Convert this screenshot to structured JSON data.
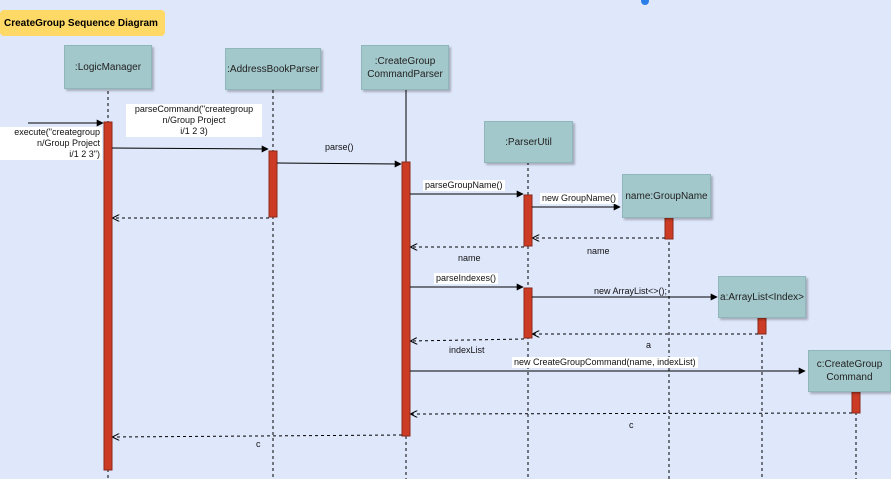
{
  "diagram": {
    "title": "CreateGroup Sequence Diagram",
    "participants": {
      "logic": ":LogicManager",
      "parser": ":AddressBookParser",
      "cgparser_l1": ":CreateGroup",
      "cgparser_l2": "CommandParser",
      "parserutil": ":ParserUtil",
      "groupname": "name:GroupName",
      "arraylist": "a:ArrayList<Index>",
      "command_l1": "c:CreateGroup",
      "command_l2": "Command"
    },
    "messages": {
      "execute_l1": "execute(\"creategroup",
      "execute_l2": "n/Group Project",
      "execute_l3": "i/1 2 3\")",
      "parsecommand_l1": "parseCommand(\"creategroup",
      "parsecommand_l2": "n/Group Project",
      "parsecommand_l3": "i/1 2 3)",
      "parse": "parse()",
      "parsegroupname": "parseGroupName()",
      "new_groupname": "new GroupName()",
      "return_name_1": "name",
      "return_name_2": "name",
      "parseindexes": "parseIndexes()",
      "new_arraylist": "new ArrayList<>();",
      "return_a": "a",
      "return_indexlist": "indexList",
      "new_command": "new CreateGroupCommand(name, indexList)",
      "return_c_1": "c",
      "return_c_2": "c"
    }
  },
  "colors": {
    "background": "#dfe7fb",
    "title_fill": "#ffd966",
    "participant_fill": "#a3c8cb",
    "activation_fill": "#cc3c25",
    "activation_border": "#8a2a1a",
    "line": "#000000"
  }
}
